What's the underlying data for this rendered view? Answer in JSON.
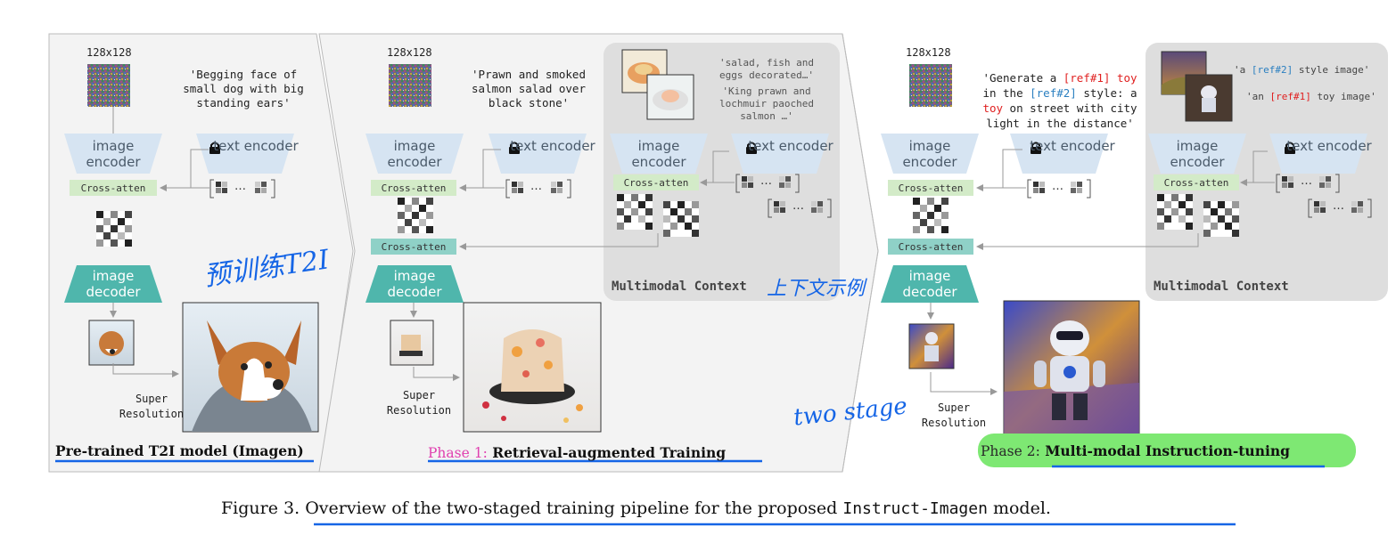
{
  "panels": {
    "pretrained": {
      "size_label": "128x128",
      "prompt": "'Begging face of\nsmall dog with big\nstanding ears'",
      "image_encoder": "image\nencoder",
      "text_encoder": "text\nencoder",
      "cross_atten": "Cross-atten",
      "image_decoder": "image\ndecoder",
      "super_resolution": "Super\nResolution",
      "title": "Pre-trained T2I model (Imagen)",
      "annotation": "预训练T2I"
    },
    "phase1": {
      "size_label": "128x128",
      "prompt": "'Prawn and smoked\nsalmon salad over\nblack stone'",
      "context_caption_1": "'salad, fish and\neggs decorated…'",
      "context_caption_2": "'King prawn and\nlochmuir paoched\nsalmon …'",
      "image_encoder": "image\nencoder",
      "text_encoder": "text\nencoder",
      "cross_atten_ctx": "Cross-atten",
      "cross_atten": "Cross-atten",
      "cross_atten_2": "Cross-atten",
      "image_decoder": "image\ndecoder",
      "super_resolution": "Super\nResolution",
      "context_label": "Multimodal Context",
      "context_annotation": "上下文示例",
      "title_prefix": "Phase 1:",
      "title_rest": " Retrieval-augmented Training"
    },
    "phase2": {
      "size_label": "128x128",
      "prompt_parts": {
        "p1": "'Generate a ",
        "r1": "[ref#1] toy",
        "p2": "\nin the ",
        "r2": "[ref#2]",
        "p3": " style: a\n",
        "r3": "toy",
        "p4": " on street with city\nlight in the distance'"
      },
      "ctx_caption_1_pre": "'a ",
      "ctx_caption_1_ref": "[ref#2]",
      "ctx_caption_1_post": " style image'",
      "ctx_caption_2_pre": "'an ",
      "ctx_caption_2_ref": "[ref#1]",
      "ctx_caption_2_post": " toy image'",
      "image_encoder": "image\nencoder",
      "text_encoder": "text\nencoder",
      "image_encoder_ctx": "image\nencoder",
      "text_encoder_ctx": "text\nencoder",
      "cross_atten": "Cross-atten",
      "cross_atten_ctx": "Cross-atten",
      "cross_atten_2": "Cross-atten",
      "image_decoder": "image\ndecoder",
      "super_resolution": "Super\nResolution",
      "context_label": "Multimodal Context",
      "title_prefix": "Phase 2:",
      "title_rest": " Multi-modal Instruction-tuning",
      "annotation": "two stage"
    }
  },
  "caption": {
    "prefix": "Figure 3. ",
    "main": "Overview of the two-staged training pipeline for the proposed ",
    "model": "Instruct-Imagen",
    "suffix": " model."
  },
  "token_ellipsis": "…",
  "colors": {
    "encoder_fill": "#d6e4f2",
    "cross_atten_light": "#d3ebc8",
    "cross_atten_teal": "#8fd1c7",
    "decoder_fill": "#4fb6ac",
    "panel_bg": "#f3f3f3",
    "context_bg": "#dedede",
    "annotation_blue": "#1565e6",
    "phase1_pink": "#e040b0",
    "phase2_green": "#7ee873"
  }
}
